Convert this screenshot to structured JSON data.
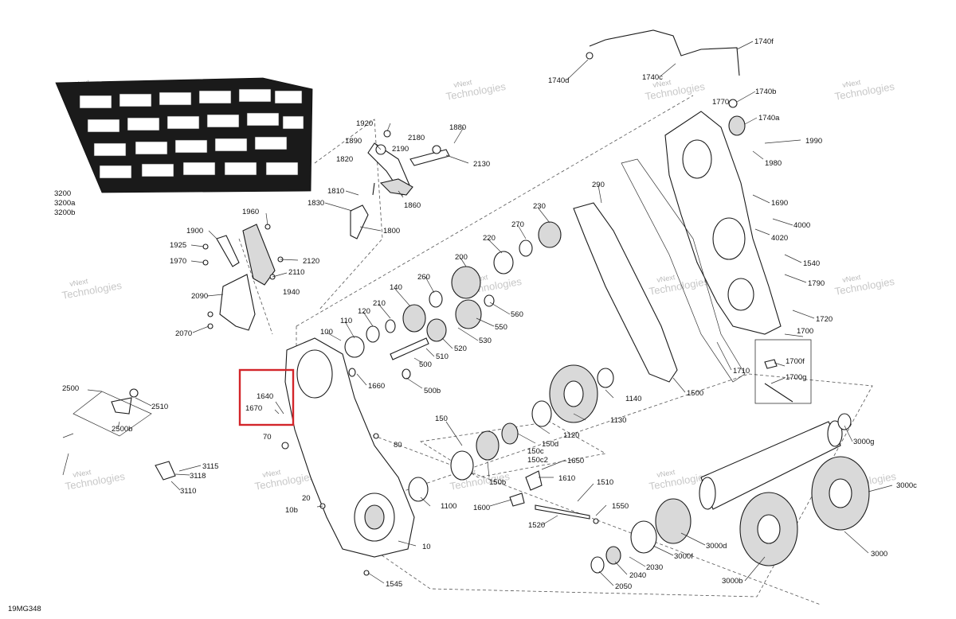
{
  "figure_code": "19MG348",
  "watermark": {
    "line1": "vNext",
    "line2": "Technologies"
  },
  "labels": {
    "l3200": "3200",
    "l3200a": "3200a",
    "l3200b": "3200b",
    "l1920": "1920",
    "l1890": "1890",
    "l1820": "1820",
    "l1810": "1810",
    "l1830": "1830",
    "l1800": "1800",
    "l1860": "1860",
    "l2180": "2180",
    "l2190": "2190",
    "l1880": "1880",
    "l2130": "2130",
    "l1960": "1960",
    "l1900": "1900",
    "l1925": "1925",
    "l1970": "1970",
    "l2120": "2120",
    "l2110": "2110",
    "l1940": "1940",
    "l2090": "2090",
    "l2070": "2070",
    "l1740d": "1740d",
    "l1740c": "1740c",
    "l1740f": "1740f",
    "l1740b": "1740b",
    "l1770": "1770",
    "l1740a": "1740a",
    "l1990": "1990",
    "l1980": "1980",
    "l1690": "1690",
    "l4000": "4000",
    "l4020": "4020",
    "l1540": "1540",
    "l1790": "1790",
    "l1720": "1720",
    "l1700": "1700",
    "l1700f": "1700f",
    "l1700g": "1700g",
    "l1710": "1710",
    "l1500": "1500",
    "l290": "290",
    "l230": "230",
    "l270": "270",
    "l220": "220",
    "l200": "200",
    "l260": "260",
    "l140": "140",
    "l210": "210",
    "l120": "120",
    "l110": "110",
    "l100": "100",
    "l560": "560",
    "l550": "550",
    "l530": "530",
    "l520": "520",
    "l510": "510",
    "l500": "500",
    "l500b": "500b",
    "l1660": "1660",
    "l1640": "1640",
    "l1670": "1670",
    "l70": "70",
    "l80": "80",
    "l2500": "2500",
    "l2510": "2510",
    "l2500b": "2500b",
    "l3115": "3115",
    "l3118": "3118",
    "l3110": "3110",
    "l20": "20",
    "l10b": "10b",
    "l10": "10",
    "l1545": "1545",
    "l150": "150",
    "l150d": "150d",
    "l150c": "150c",
    "l150c2": "150c2",
    "l150b": "150b",
    "l1650": "1650",
    "l1610": "1610",
    "l1600": "1600",
    "l1100": "1100",
    "l1120": "1120",
    "l1130": "1130",
    "l1140": "1140",
    "l1510": "1510",
    "l1550": "1550",
    "l1520": "1520",
    "l3000g": "3000g",
    "l3000c": "3000c",
    "l3000d": "3000d",
    "l3000f": "3000f",
    "l3000": "3000",
    "l3000b": "3000b",
    "l2030": "2030",
    "l2040": "2040",
    "l2050": "2050"
  }
}
